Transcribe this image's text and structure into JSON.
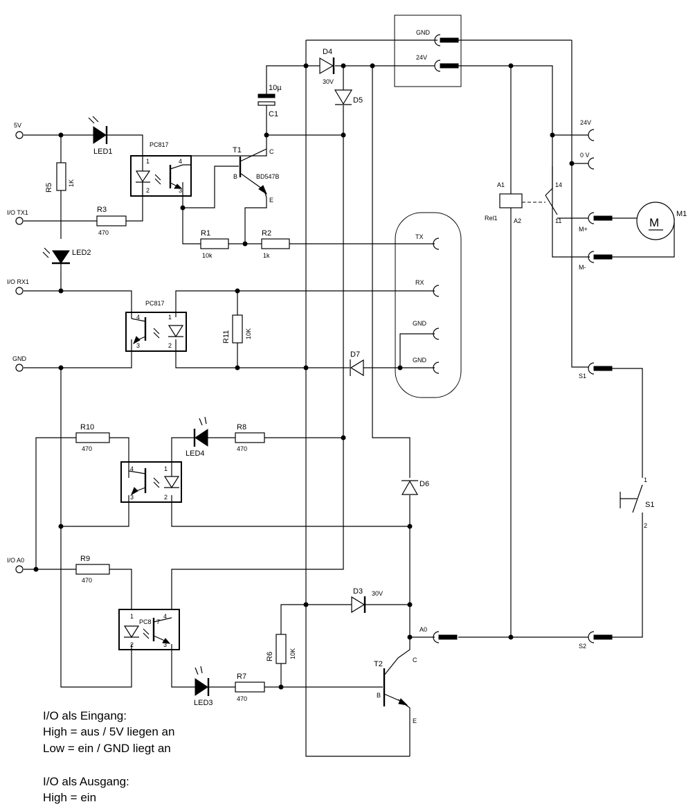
{
  "terminals": {
    "v5": "5V",
    "io_tx1": "I/O TX1",
    "io_rx1": "I/O RX1",
    "gnd": "GND",
    "io_a0": "I/O A0"
  },
  "power_connector": {
    "gnd": "GND",
    "v24": "24V"
  },
  "serial_connector": {
    "tx": "TX",
    "rx": "RX",
    "gnd1": "GND",
    "gnd2": "GND"
  },
  "output_connector": {
    "v24": "24V",
    "v0": "0 V",
    "m_plus": "M+",
    "m_minus": "M-",
    "s1": "S1",
    "s2": "S2",
    "a0": "A0"
  },
  "components": {
    "led1": "LED1",
    "led2": "LED2",
    "led3": "LED3",
    "led4": "LED4",
    "r1": "R1",
    "r1_val": "10k",
    "r2": "R2",
    "r2_val": "1k",
    "r3": "R3",
    "r3_val": "470",
    "r5": "R5",
    "r5_val": "1K",
    "r6": "R6",
    "r6_val": "10K",
    "r7": "R7",
    "r7_val": "470",
    "r8": "R8",
    "r8_val": "470",
    "r9": "R9",
    "r9_val": "470",
    "r10": "R10",
    "r10_val": "470",
    "r11": "R11",
    "r11_val": "10K",
    "c1": "C1",
    "c1_val": "10µ",
    "d3": "D3",
    "d3_val": "30V",
    "d4": "D4",
    "d4_val": "30V",
    "d5": "D5",
    "d6": "D6",
    "d7": "D7",
    "t1": "T1",
    "t1_type": "BD547B",
    "t2": "T2",
    "pc817_a": "PC817",
    "pc817_b": "PC817",
    "pc817_d": "PC8",
    "rel1": "Rel1",
    "a1": "A1",
    "a2": "A2",
    "k14": "14",
    "k11": "11",
    "m1": "M1",
    "motor_symbol": "M",
    "s1": "S1",
    "pin_1": "1",
    "pin_2": "2",
    "pin_3": "3",
    "pin_4": "4",
    "pin_7": "7",
    "b": "B",
    "c": "C",
    "e": "E"
  },
  "notes": [
    "I/O als Eingang:",
    "High = aus / 5V liegen an",
    "Low =  ein / GND liegt an",
    "I/O als Ausgang:",
    "High = ein"
  ]
}
